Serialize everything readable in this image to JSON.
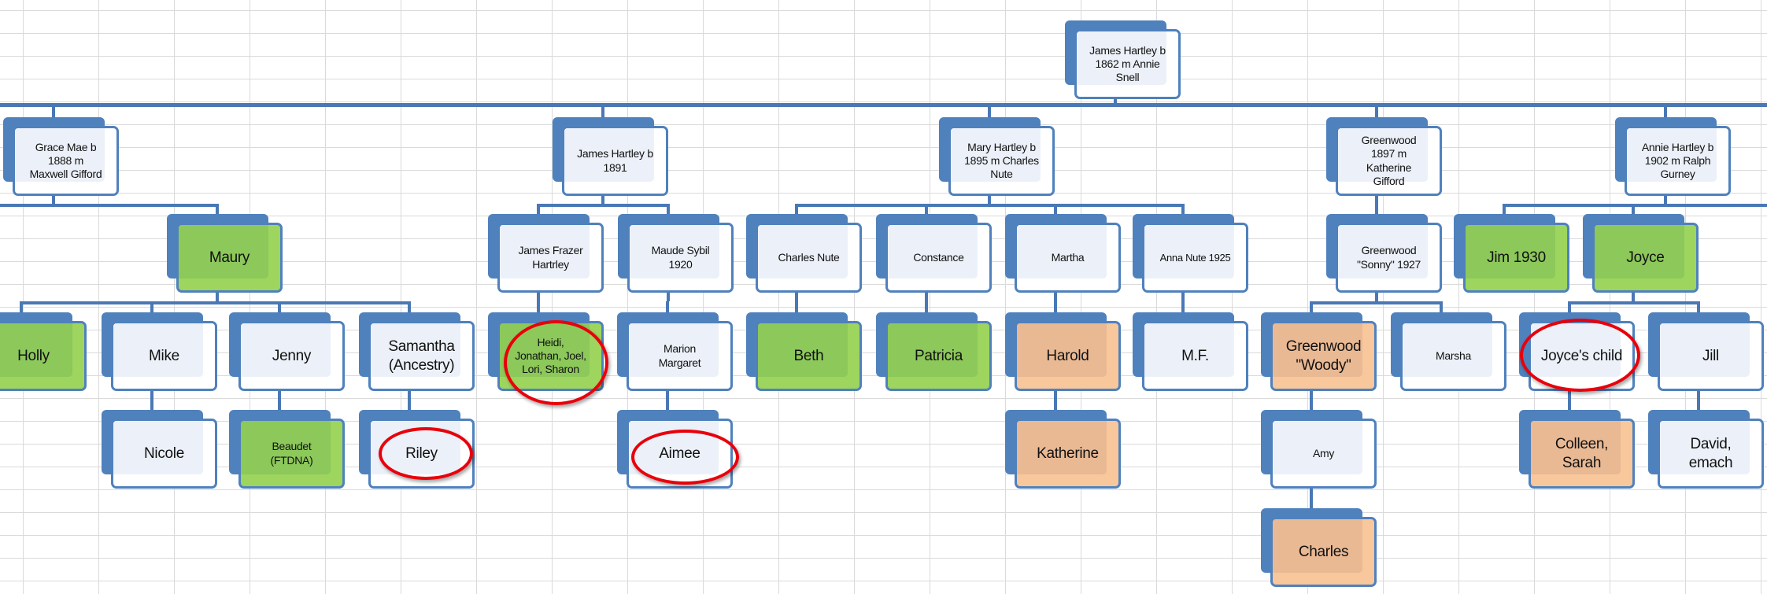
{
  "colors": {
    "connector": "#4a78b5",
    "tab": "#4f81bd",
    "circle": "#e8000b",
    "fills": {
      "white": {
        "tint": "#ecf1f9",
        "base": "#ffffff"
      },
      "green": {
        "tint": "#8cc85a",
        "base": "#9dd55e"
      },
      "orange": {
        "tint": "#e9b994",
        "base": "#f8c79c"
      }
    }
  },
  "nodes": [
    {
      "id": "root",
      "label": "James Hartley b\n1862 m Annie\nSnell",
      "fill": "white",
      "parent": null,
      "circled": false
    },
    {
      "id": "grace",
      "label": "Grace Mae b\n1888 m\nMaxwell Gifford",
      "fill": "white",
      "parent": "root",
      "circled": false
    },
    {
      "id": "james",
      "label": "James Hartley b\n1891",
      "fill": "white",
      "parent": "root",
      "circled": false
    },
    {
      "id": "mary",
      "label": "Mary Hartley b\n1895 m Charles\nNute",
      "fill": "white",
      "parent": "root",
      "circled": false
    },
    {
      "id": "greenwood",
      "label": "Greenwood\n1897 m\nKatherine\nGifford",
      "fill": "white",
      "parent": "root",
      "circled": false
    },
    {
      "id": "annie",
      "label": "Annie  Hartley b\n1902 m Ralph\nGurney",
      "fill": "white",
      "parent": "root",
      "circled": false
    },
    {
      "id": "maury",
      "label": "Maury",
      "fill": "green",
      "parent": "grace",
      "circled": false
    },
    {
      "id": "jamesfrazer",
      "label": "James Frazer\nHartrley",
      "fill": "white",
      "parent": "james",
      "circled": false
    },
    {
      "id": "maude",
      "label": "Maude Sybil\n1920",
      "fill": "white",
      "parent": "james",
      "circled": false
    },
    {
      "id": "charlesnute",
      "label": "Charles Nute",
      "fill": "white",
      "parent": "mary",
      "circled": false
    },
    {
      "id": "constance",
      "label": "Constance",
      "fill": "white",
      "parent": "mary",
      "circled": false
    },
    {
      "id": "martha",
      "label": "Martha",
      "fill": "white",
      "parent": "mary",
      "circled": false
    },
    {
      "id": "anna",
      "label": "Anna Nute 1925",
      "fill": "white",
      "parent": "mary",
      "circled": false
    },
    {
      "id": "sonny",
      "label": "Greenwood\n\"Sonny\" 1927",
      "fill": "white",
      "parent": "greenwood",
      "circled": false
    },
    {
      "id": "jim",
      "label": "Jim 1930",
      "fill": "green",
      "parent": "annie",
      "circled": false
    },
    {
      "id": "joyce",
      "label": "Joyce",
      "fill": "green",
      "parent": "annie",
      "circled": false
    },
    {
      "id": "holly",
      "label": "Holly",
      "fill": "green",
      "parent": "maury",
      "circled": false
    },
    {
      "id": "mike",
      "label": "Mike",
      "fill": "white",
      "parent": "maury",
      "circled": false
    },
    {
      "id": "jenny",
      "label": "Jenny",
      "fill": "white",
      "parent": "maury",
      "circled": false
    },
    {
      "id": "samantha",
      "label": "Samantha\n(Ancestry)",
      "fill": "white",
      "parent": "maury",
      "circled": false
    },
    {
      "id": "heidi",
      "label": "Heidi,\nJonathan, Joel,\nLori, Sharon",
      "fill": "green",
      "parent": "jamesfrazer",
      "circled": true
    },
    {
      "id": "marion",
      "label": "Marion\nMargaret",
      "fill": "white",
      "parent": "maude",
      "circled": false
    },
    {
      "id": "beth",
      "label": "Beth",
      "fill": "green",
      "parent": "charlesnute",
      "circled": false
    },
    {
      "id": "patricia",
      "label": "Patricia",
      "fill": "green",
      "parent": "constance",
      "circled": false
    },
    {
      "id": "harold",
      "label": "Harold",
      "fill": "orange",
      "parent": "martha",
      "circled": false
    },
    {
      "id": "mf",
      "label": "M.F.",
      "fill": "white",
      "parent": "anna",
      "circled": false
    },
    {
      "id": "woody",
      "label": "Greenwood\n\"Woody\"",
      "fill": "orange",
      "parent": "sonny",
      "circled": false
    },
    {
      "id": "marsha",
      "label": "Marsha",
      "fill": "white",
      "parent": "sonny",
      "circled": false
    },
    {
      "id": "joyceschild",
      "label": "Joyce's child",
      "fill": "white",
      "parent": "joyce",
      "circled": true
    },
    {
      "id": "jill",
      "label": "Jill",
      "fill": "white",
      "parent": "joyce",
      "circled": false
    },
    {
      "id": "nicole",
      "label": "Nicole",
      "fill": "white",
      "parent": "mike",
      "circled": false
    },
    {
      "id": "beaudet",
      "label": "Beaudet\n(FTDNA)",
      "fill": "green",
      "parent": "jenny",
      "circled": false
    },
    {
      "id": "riley",
      "label": "Riley",
      "fill": "white",
      "parent": "samantha",
      "circled": true
    },
    {
      "id": "aimee",
      "label": "Aimee",
      "fill": "white",
      "parent": "marion",
      "circled": true
    },
    {
      "id": "katherine",
      "label": "Katherine",
      "fill": "orange",
      "parent": "harold",
      "circled": false
    },
    {
      "id": "amy",
      "label": "Amy",
      "fill": "white",
      "parent": "woody",
      "circled": false
    },
    {
      "id": "colleen",
      "label": "Colleen,\nSarah",
      "fill": "orange",
      "parent": "joyceschild",
      "circled": false
    },
    {
      "id": "david",
      "label": "David,\nemach",
      "fill": "white",
      "parent": "jill",
      "circled": false
    },
    {
      "id": "charles",
      "label": "Charles",
      "fill": "orange",
      "parent": "amy",
      "circled": false
    }
  ]
}
